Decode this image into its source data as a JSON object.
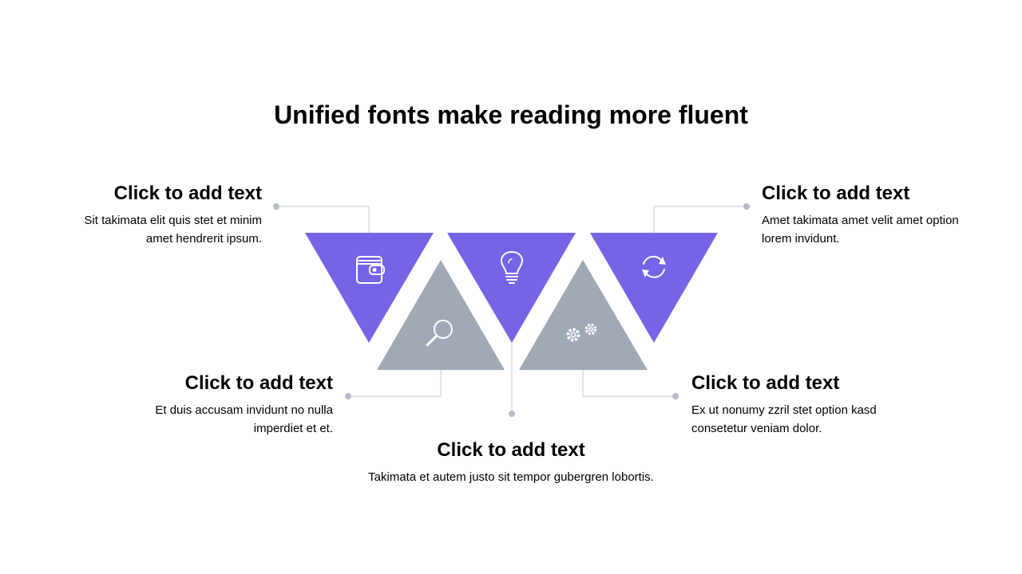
{
  "title": "Unified fonts make reading more fluent",
  "colors": {
    "accent": "#7664e6",
    "secondary": "#a1a9b6",
    "connector": "#c4c9d2",
    "icon": "#ffffff"
  },
  "items": [
    {
      "heading": "Click to add text",
      "text": "Sit takimata elit quis stet et minim amet hendrerit ipsum.",
      "icon": "wallet-icon",
      "color": "accent"
    },
    {
      "heading": "Click to add text",
      "text": "Et duis accusam invidunt no nulla imperdiet et et.",
      "icon": "search-icon",
      "color": "secondary"
    },
    {
      "heading": "Click to add text",
      "text": "Takimata et autem justo sit tempor gubergren lobortis.",
      "icon": "lightbulb-icon",
      "color": "accent"
    },
    {
      "heading": "Click to add text",
      "text": "Ex ut nonumy zzril stet option kasd consetetur veniam dolor.",
      "icon": "gears-icon",
      "color": "secondary"
    },
    {
      "heading": "Click to add text",
      "text": "Amet takimata amet velit amet option lorem invidunt.",
      "icon": "refresh-icon",
      "color": "accent"
    }
  ]
}
